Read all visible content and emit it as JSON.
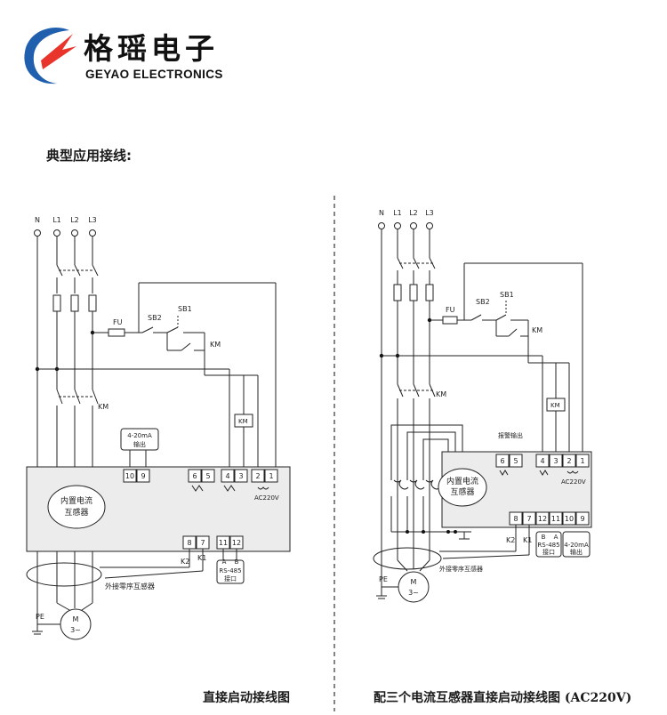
{
  "header": {
    "brand_cn": "格瑶电子",
    "brand_en": "GEYAO ELECTRONICS",
    "accent_red": "#e8342a",
    "accent_blue": "#1f5fae"
  },
  "section_title": "典型应用接线:",
  "left": {
    "caption": "直接启动接线图",
    "lines": [
      "N",
      "L1",
      "L2",
      "L3"
    ],
    "fu": "FU",
    "sb2": "SB2",
    "sb1": "SB1",
    "km": "KM",
    "km_coil": "KM",
    "km_main": "KM",
    "out_title": "4-20mA",
    "out_sub": "输出",
    "t10": "10",
    "t9": "9",
    "t6": "6",
    "t5": "5",
    "t4": "4",
    "t3": "3",
    "t2": "2",
    "t1": "1",
    "ac": "AC220V",
    "ct1": "内置电流",
    "ct2": "互感器",
    "t8": "8",
    "t7": "7",
    "t11": "11",
    "t12": "12",
    "k2": "K2",
    "k1": "K1",
    "rs_a": "A",
    "rs_b": "B",
    "rs_title": "RS-485",
    "rs_sub": "接口",
    "zct": "外接零序互感器",
    "pe": "PE",
    "motor_m": "M",
    "motor_phase": "3~"
  },
  "right": {
    "caption": "配三个电流互感器直接启动接线图 (AC220V)",
    "lines": [
      "N",
      "L1",
      "L2",
      "L3"
    ],
    "fu": "FU",
    "sb2": "SB2",
    "sb1": "SB1",
    "km": "KM",
    "km_coil": "KM",
    "km_main": "KM",
    "alarm": "报警输出",
    "t6": "6",
    "t5": "5",
    "t4": "4",
    "t3": "3",
    "t2": "2",
    "t1": "1",
    "ac": "AC220V",
    "ct1": "内置电流",
    "ct2": "互感器",
    "t8": "8",
    "t7": "7",
    "t12": "12",
    "t11": "11",
    "t10": "10",
    "t9": "9",
    "k2": "K2",
    "k1": "K1",
    "rs_b": "B",
    "rs_a": "A",
    "rs_title": "RS-485",
    "rs_sub": "接口",
    "out_title": "4-20mA",
    "out_sub": "输出",
    "zct": "外接零序互感器",
    "pe": "PE",
    "motor_m": "M",
    "motor_phase": "3~"
  }
}
